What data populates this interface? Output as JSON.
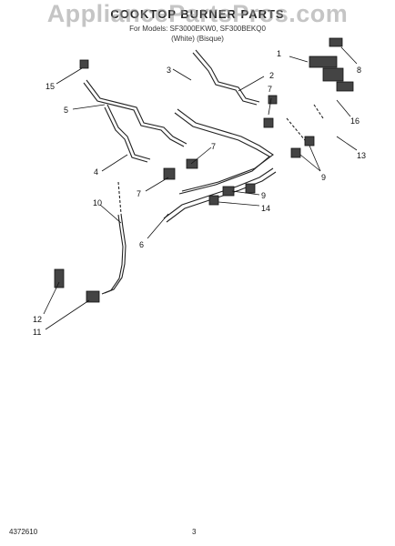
{
  "header": {
    "title": "COOKTOP BURNER PARTS",
    "models": "For Models: SF3000EKW0, SF300BEKQ0",
    "colors": "(White)   (Bisque)"
  },
  "watermark": "AppliancePartsPros.com",
  "callouts": [
    "1",
    "2",
    "3",
    "4",
    "5",
    "6",
    "7",
    "7",
    "7",
    "8",
    "9",
    "9",
    "10",
    "11",
    "12",
    "13",
    "14",
    "15",
    "16"
  ],
  "footer": {
    "doc_number": "4372610",
    "page": "3"
  }
}
